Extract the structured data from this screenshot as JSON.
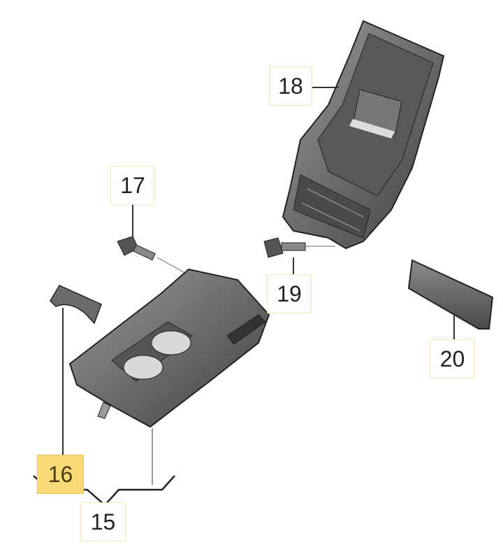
{
  "diagram": {
    "callouts": [
      {
        "id": "18",
        "text": "18",
        "part": "armrest-lid"
      },
      {
        "id": "17",
        "text": "17",
        "part": "bolt"
      },
      {
        "id": "19",
        "text": "19",
        "part": "bolt"
      },
      {
        "id": "20",
        "text": "20",
        "part": "trim-cap"
      },
      {
        "id": "16",
        "text": "16",
        "part": "clip",
        "highlighted": true
      },
      {
        "id": "15",
        "text": "15",
        "part": "armrest-assembly"
      }
    ],
    "colors": {
      "highlight": "#f7d978",
      "label_border": "#f6e7b4",
      "part_fill": "#6b6b6b"
    }
  }
}
